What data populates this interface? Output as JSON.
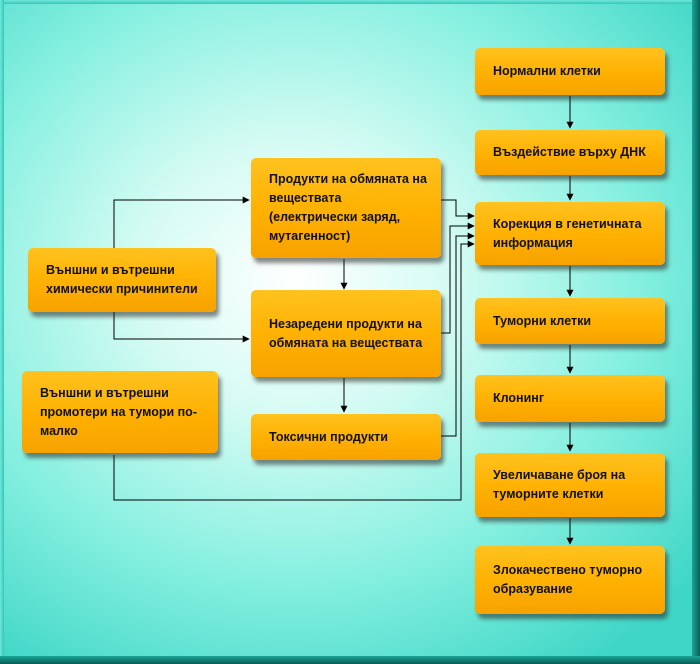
{
  "diagram": {
    "colors": {
      "box_fill": "#ffb400",
      "line": "#000000"
    },
    "left_column": [
      {
        "id": "external-chemical",
        "label": "Външни и вътрешни химически причинители"
      },
      {
        "id": "tumor-promoters",
        "label": "Външни и вътрешни промотери на тумори по-малко"
      }
    ],
    "middle_column": [
      {
        "id": "metabolic-products",
        "label": "Продукти на обмяната на веществата (електрически заряд, мутагенност)"
      },
      {
        "id": "uncharged-products",
        "label": "Незаредени продукти на обмяната на веществата"
      },
      {
        "id": "toxic-products",
        "label": "Токсични продукти"
      }
    ],
    "right_column": [
      {
        "id": "normal-cells",
        "label": "Нормални клетки"
      },
      {
        "id": "dna-impact",
        "label": "Въздействие върху ДНК"
      },
      {
        "id": "genetic-correction",
        "label": "Корекция в генетичната информация"
      },
      {
        "id": "tumor-cells",
        "label": "Туморни клетки"
      },
      {
        "id": "cloning",
        "label": "Клонинг"
      },
      {
        "id": "cell-increase",
        "label": "Увеличаване броя на туморните клетки"
      },
      {
        "id": "malignant-formation",
        "label": "Злокачествено туморно образувание"
      }
    ]
  }
}
